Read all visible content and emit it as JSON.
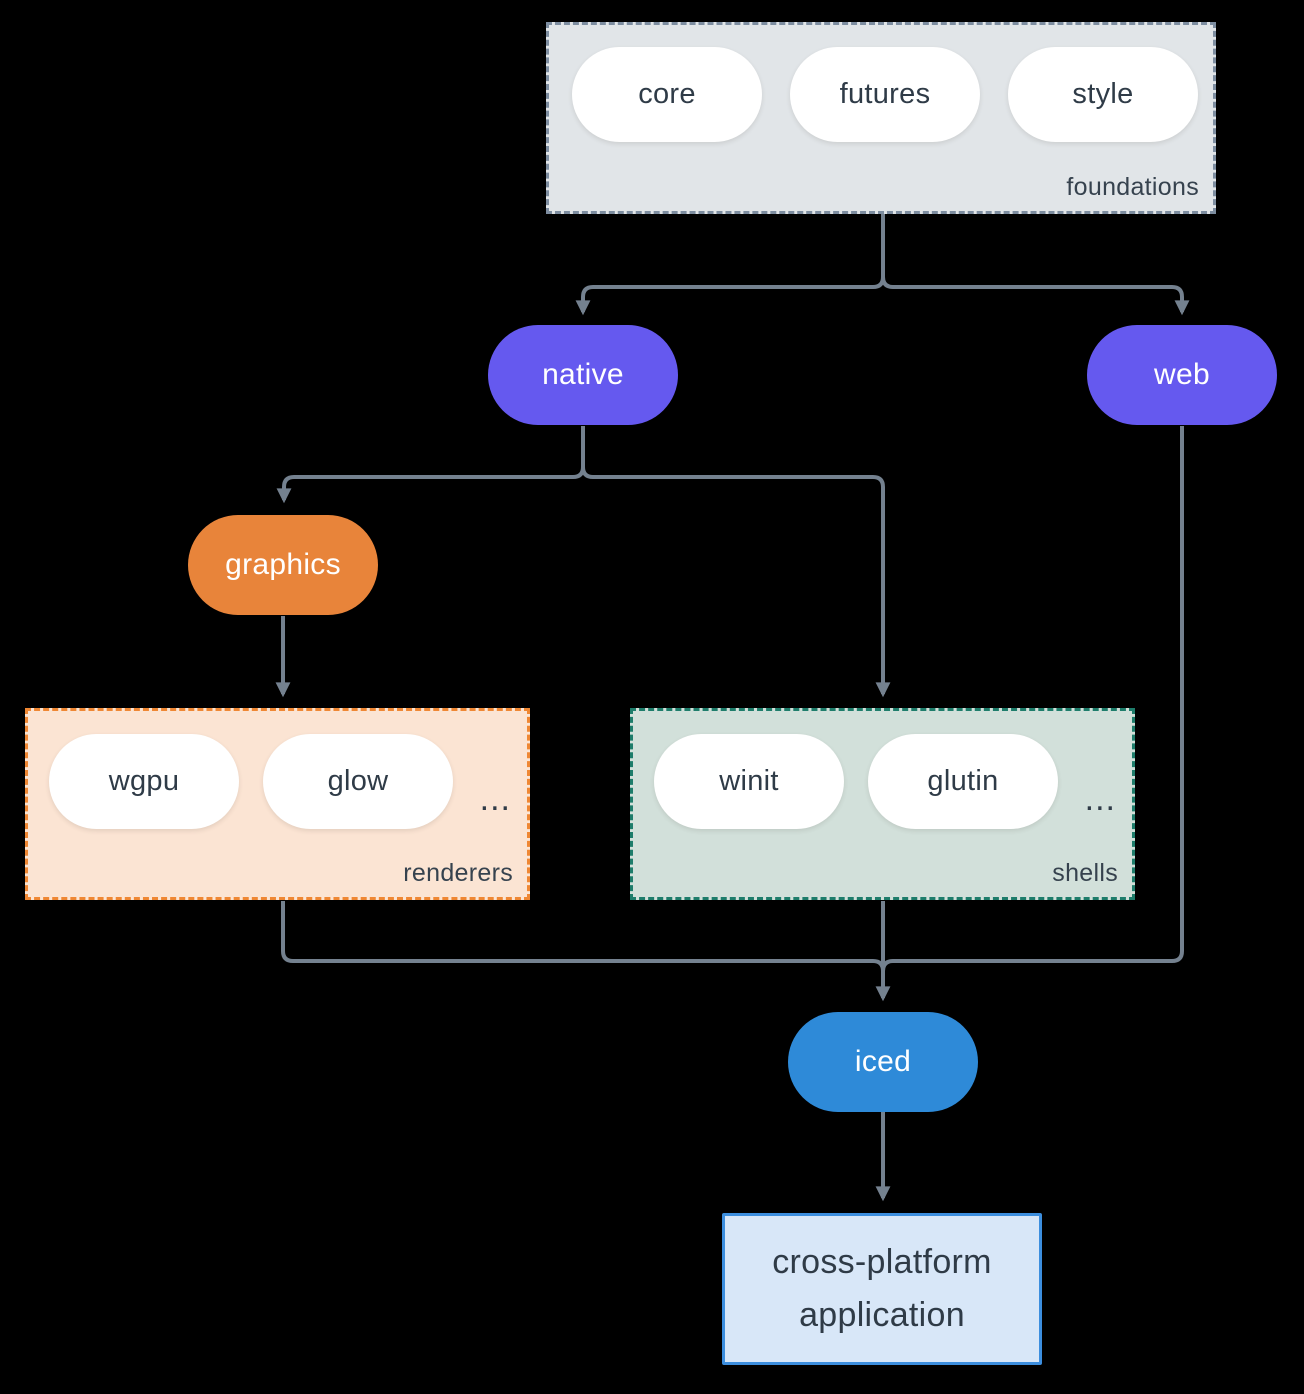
{
  "diagram": {
    "foundations": {
      "label": "foundations",
      "pills": [
        "core",
        "futures",
        "style"
      ]
    },
    "native": {
      "label": "native"
    },
    "web": {
      "label": "web"
    },
    "graphics": {
      "label": "graphics"
    },
    "renderers": {
      "label": "renderers",
      "pills": [
        "wgpu",
        "glow"
      ],
      "more": "..."
    },
    "shells": {
      "label": "shells",
      "pills": [
        "winit",
        "glutin"
      ],
      "more": "..."
    },
    "iced": {
      "label": "iced"
    },
    "application": {
      "line1": "cross-platform",
      "line2": "application"
    },
    "colors": {
      "background": "#000000",
      "connector": "#74818F",
      "node_purple": "#6559EF",
      "node_orange": "#E8843A",
      "node_blue": "#2E8AD8",
      "pill_bg": "#FFFFFF",
      "text_dark": "#2F3B47",
      "foundations_bg": "#E1E5E8",
      "foundations_border": "#7D8DA0",
      "renderers_bg": "#FBE4D3",
      "renderers_border": "#EF8733",
      "shells_bg": "#D2E0DA",
      "shells_border": "#1E7D6B",
      "app_bg": "#D8E7F8",
      "app_border": "#3C8EDE"
    }
  }
}
